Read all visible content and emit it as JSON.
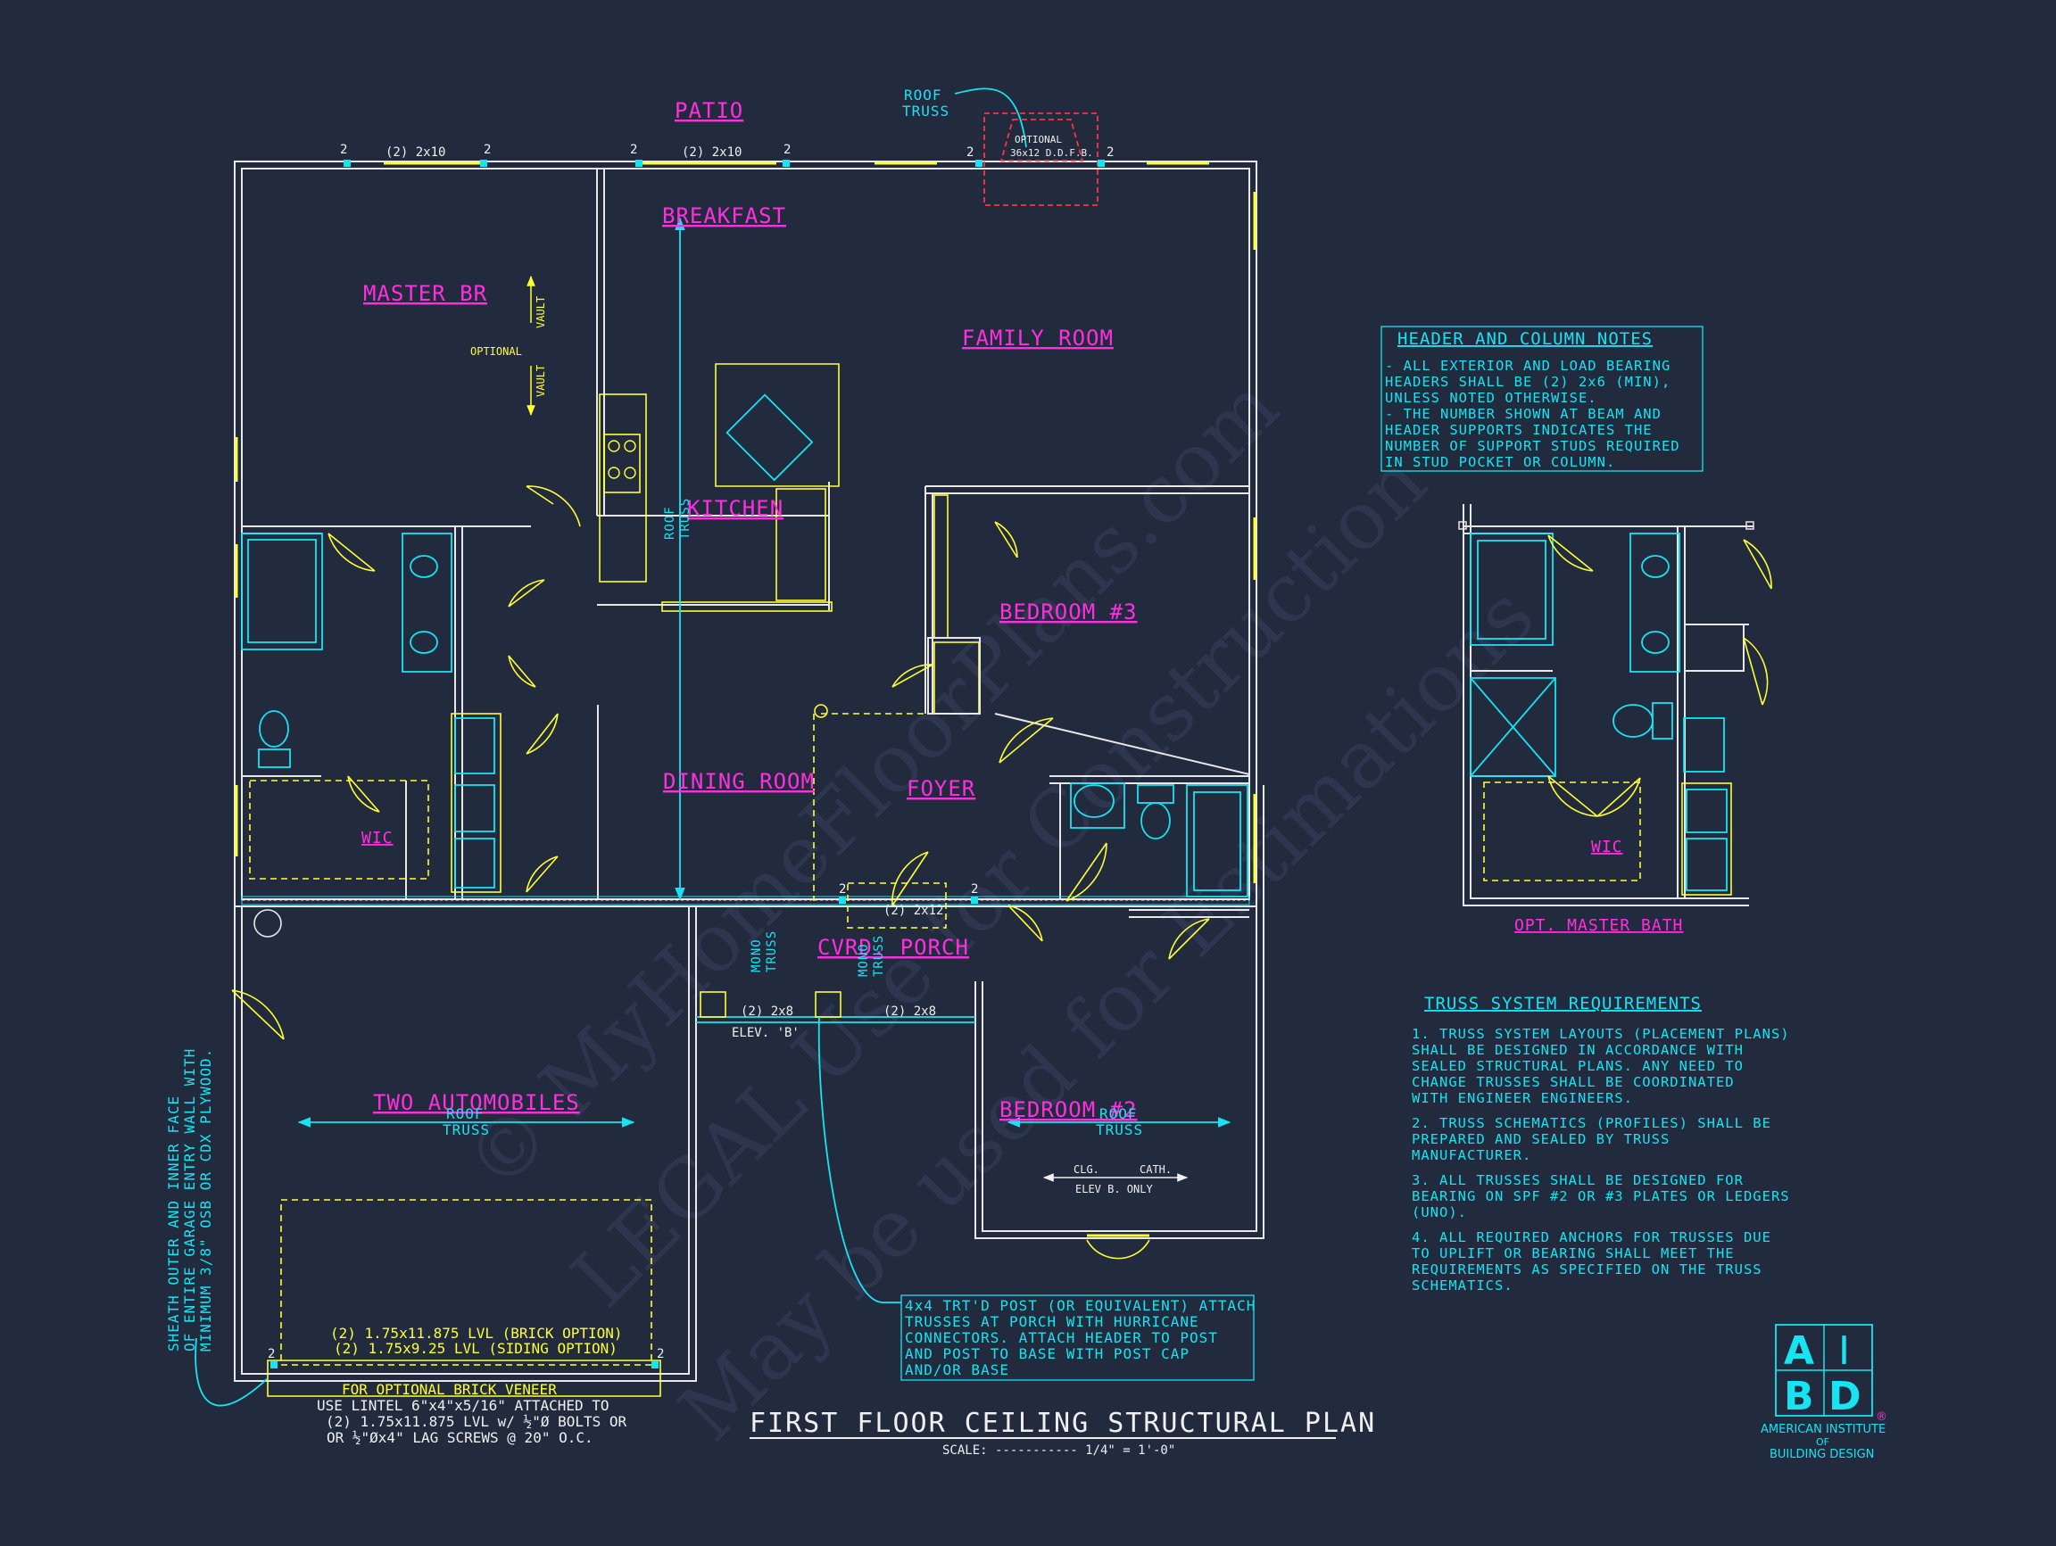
{
  "plan": {
    "title": "FIRST FLOOR CEILING STRUCTURAL PLAN",
    "scale_label": "SCALE: ----------- 1/4\" = 1'-0\""
  },
  "watermark": {
    "line1": "© MyHomeFloorPlans.com",
    "line2": "LEGAL Use for Construction",
    "line3": "May be used for Estimations"
  },
  "rooms": {
    "patio": "PATIO",
    "breakfast": "BREAKFAST",
    "master_br": "MASTER BR",
    "family_room": "FAMILY ROOM",
    "kitchen": "KITCHEN",
    "bedroom3": "BEDROOM #3",
    "dining_room": "DINING ROOM",
    "foyer": "FOYER",
    "wic": "WIC",
    "cvrd_porch": "CVRD. PORCH",
    "two_automobiles": "TWO AUTOMOBILES",
    "bedroom2": "BEDROOM #2",
    "opt_wic": "WIC",
    "opt_master_bath": "OPT. MASTER BATH"
  },
  "labels": {
    "roof_truss_top_1": "ROOF",
    "roof_truss_top_2": "TRUSS",
    "optional_bay_1": "OPTIONAL",
    "optional_bay_2": "36x12 D.D.F.B.",
    "header_2x10_a": "(2) 2x10",
    "header_2x10_b": "(2) 2x10",
    "header_2x12": "(2) 2x12",
    "header_2x8_a": "(2) 2x8",
    "header_2x8_b": "(2) 2x8",
    "stud_2": "2",
    "elev_b": "ELEV. 'B'",
    "mono_truss_1": "MONO",
    "mono_truss_2": "TRUSS",
    "kitchen_roof_truss_1": "ROOF",
    "kitchen_roof_truss_2": "TRUSS",
    "vault": "VAULT",
    "optional": "OPTIONAL",
    "garage_roof_1": "ROOF",
    "garage_roof_2": "TRUSS",
    "bed2_roof_1": "ROOF",
    "bed2_roof_2": "TRUSS",
    "clg": "CLG.",
    "cath": "CATH.",
    "elev_b_only": "ELEV B. ONLY",
    "lvl_1": "(2) 1.75x11.875 LVL (BRICK OPTION)",
    "lvl_2": "(2) 1.75x9.25 LVL (SIDING OPTION)",
    "brick_1": "FOR OPTIONAL BRICK VENEER",
    "brick_2": "USE LINTEL 6\"x4\"x5/16\" ATTACHED TO",
    "brick_3": "(2) 1.75x11.875 LVL w/ ½\"Ø BOLTS OR",
    "brick_4": "OR ½\"Øx4\" LAG SCREWS @ 20\" O.C.",
    "sheath_1": "SHEATH OUTER AND INNER FACE",
    "sheath_2": "OF ENTIRE GARAGE ENTRY WALL WITH",
    "sheath_3": "MINIMUM 3/8\" OSB OR CDX PLYWOOD.",
    "post_1": "4x4 TRT'D POST (OR EQUIVALENT) ATTACH",
    "post_2": "TRUSSES AT PORCH WITH HURRICANE",
    "post_3": "CONNECTORS. ATTACH HEADER TO POST",
    "post_4": "AND POST TO BASE WITH POST CAP",
    "post_5": "AND/OR BASE"
  },
  "header_notes": {
    "title": "HEADER AND COLUMN NOTES",
    "lines": [
      "- ALL EXTERIOR AND LOAD BEARING",
      "HEADERS SHALL BE (2) 2x6 (MIN),",
      "UNLESS NOTED OTHERWISE.",
      "- THE NUMBER SHOWN AT BEAM AND",
      "HEADER SUPPORTS INDICATES THE",
      "NUMBER OF SUPPORT STUDS REQUIRED",
      "IN STUD POCKET OR COLUMN."
    ]
  },
  "truss_notes": {
    "title": "TRUSS SYSTEM REQUIREMENTS",
    "lines": [
      "1. TRUSS SYSTEM LAYOUTS (PLACEMENT PLANS)",
      "SHALL BE DESIGNED IN ACCORDANCE WITH",
      "SEALED STRUCTURAL PLANS. ANY NEED TO",
      "CHANGE TRUSSES SHALL BE COORDINATED",
      "WITH ENGINEER ENGINEERS.",
      "2. TRUSS SCHEMATICS (PROFILES) SHALL BE",
      "PREPARED AND SEALED BY TRUSS",
      "MANUFACTURER.",
      "3. ALL TRUSSES SHALL BE DESIGNED FOR",
      "BEARING ON SPF #2 OR #3 PLATES OR LEDGERS",
      "(UNO).",
      "4. ALL REQUIRED ANCHORS FOR TRUSSES DUE",
      "TO UPLIFT OR BEARING SHALL MEET THE",
      "REQUIREMENTS AS SPECIFIED ON THE TRUSS",
      "SCHEMATICS."
    ]
  },
  "logo": {
    "a": "A",
    "i": "I",
    "b": "B",
    "d": "D",
    "reg": "®",
    "line1": "AMERICAN INSTITUTE",
    "line2": "OF",
    "line3": "BUILDING DESIGN"
  },
  "colors": {
    "background": "#222a3e",
    "room_label": "#ff2fe0",
    "annotation": "#16e4f2",
    "fixture": "#ffff33",
    "wall": "#e8e8e8"
  }
}
